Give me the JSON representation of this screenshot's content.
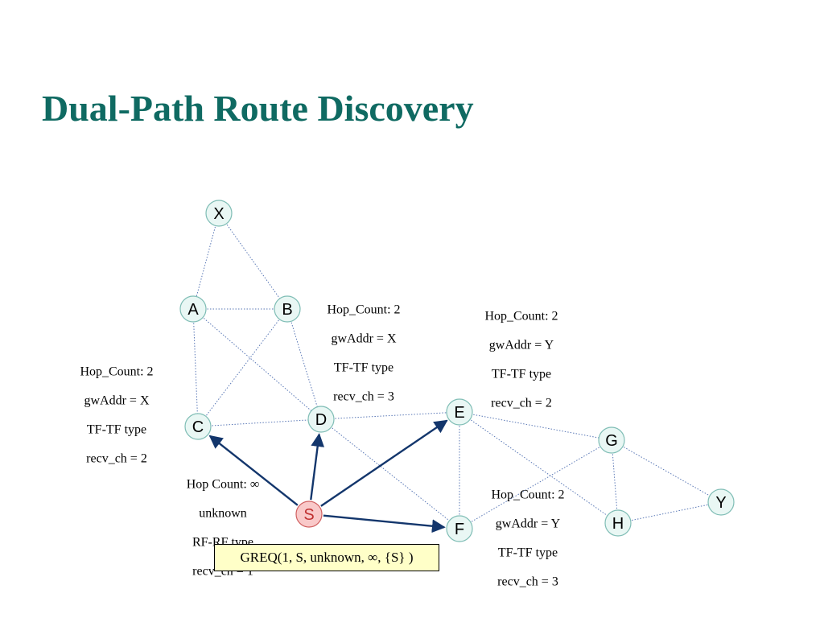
{
  "title": "Dual-Path Route Discovery",
  "nodes": [
    {
      "id": "X",
      "label": "X",
      "highlight": false
    },
    {
      "id": "A",
      "label": "A",
      "highlight": false
    },
    {
      "id": "B",
      "label": "B",
      "highlight": false
    },
    {
      "id": "C",
      "label": "C",
      "highlight": false
    },
    {
      "id": "D",
      "label": "D",
      "highlight": false
    },
    {
      "id": "E",
      "label": "E",
      "highlight": false
    },
    {
      "id": "S",
      "label": "S",
      "highlight": true
    },
    {
      "id": "F",
      "label": "F",
      "highlight": false
    },
    {
      "id": "G",
      "label": "G",
      "highlight": false
    },
    {
      "id": "H",
      "label": "H",
      "highlight": false
    },
    {
      "id": "Y",
      "label": "Y",
      "highlight": false
    }
  ],
  "links": [
    [
      "X",
      "A"
    ],
    [
      "X",
      "B"
    ],
    [
      "A",
      "B"
    ],
    [
      "A",
      "C"
    ],
    [
      "A",
      "D"
    ],
    [
      "B",
      "C"
    ],
    [
      "B",
      "D"
    ],
    [
      "C",
      "D"
    ],
    [
      "D",
      "E"
    ],
    [
      "D",
      "F"
    ],
    [
      "E",
      "F"
    ],
    [
      "E",
      "G"
    ],
    [
      "E",
      "H"
    ],
    [
      "F",
      "G"
    ],
    [
      "G",
      "H"
    ],
    [
      "G",
      "Y"
    ],
    [
      "H",
      "Y"
    ]
  ],
  "broadcast_arrows": [
    {
      "from": "S",
      "to": "C"
    },
    {
      "from": "S",
      "to": "D"
    },
    {
      "from": "S",
      "to": "E"
    },
    {
      "from": "S",
      "to": "F"
    }
  ],
  "info_blocks": {
    "c_info": [
      "Hop_Count: 2",
      "gwAddr = X",
      "TF-TF type",
      "recv_ch = 2"
    ],
    "d_info": [
      "Hop_Count: 2",
      "gwAddr = X",
      "TF-TF type",
      "recv_ch = 3"
    ],
    "e_info": [
      "Hop_Count: 2",
      "gwAddr = Y",
      "TF-TF type",
      "recv_ch = 2"
    ],
    "f_info": [
      "Hop_Count: 2",
      "gwAddr = Y",
      "TF-TF type",
      "recv_ch = 3"
    ],
    "s_info": [
      "Hop Count: ∞",
      "unknown",
      "RF-RF type",
      "recv_ch = 1"
    ]
  },
  "greq_message": "GREQ(1, S, unknown, ∞, {S}  )",
  "colors": {
    "title": "#0f6a62",
    "node_fill": "#e9f7f4",
    "node_stroke": "#7fbdb5",
    "source_fill": "#f9c9c9",
    "source_stroke": "#d06060",
    "link": "#5a78b6",
    "arrow": "#13366c",
    "greq_bg": "#ffffc8"
  }
}
